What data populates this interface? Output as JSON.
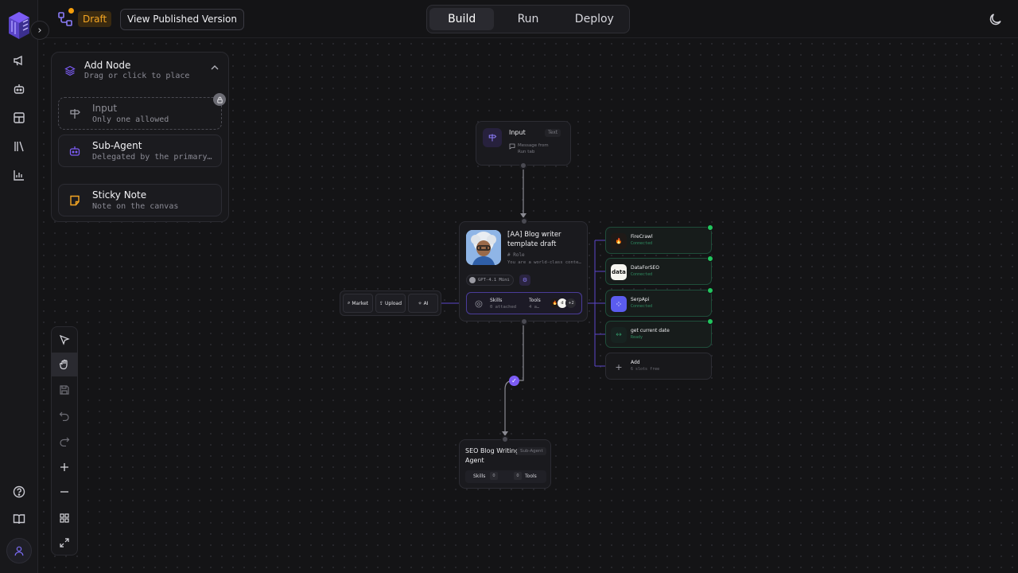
{
  "topbar": {
    "draft_label": "Draft",
    "view_published_label": "View Published Version",
    "modes": [
      {
        "label": "Build",
        "active": true
      },
      {
        "label": "Run",
        "active": false
      },
      {
        "label": "Deploy",
        "active": false
      }
    ]
  },
  "add_panel": {
    "title": "Add Node",
    "subtitle": "Drag or click to place",
    "options": [
      {
        "title": "Input",
        "subtitle": "Only one allowed",
        "disabled": true,
        "icon": "signpost-icon"
      },
      {
        "title": "Sub-Agent",
        "subtitle": "Delegated by the primary agent",
        "disabled": false,
        "icon": "bot-icon"
      },
      {
        "title": "Sticky Note",
        "subtitle": "Note on the canvas",
        "disabled": false,
        "icon": "sticky-note-icon"
      }
    ]
  },
  "nodes": {
    "input": {
      "title": "Input",
      "tag": "Text",
      "message": "Message from Run tab"
    },
    "main_agent": {
      "title": "[AA] Blog writer template draft",
      "role": "# Role",
      "description": "You are a world-class content writer",
      "model": "GPT-4.1 Mini",
      "skills_label": "Skills",
      "skills_count": "0 attached",
      "tools_label": "Tools",
      "tools_count": "4 a…",
      "tools_more": "+2"
    },
    "side_buttons": [
      {
        "label": "Market",
        "icon": "search-icon"
      },
      {
        "label": "Upload",
        "icon": "upload-icon"
      },
      {
        "label": "AI",
        "icon": "sparkles-icon"
      }
    ],
    "tools": [
      {
        "name": "FireCrawl",
        "status": "Connected",
        "icon_bg": "#1f1a17",
        "icon_fg": "#ff6a00",
        "glyph": "🔥"
      },
      {
        "name": "DataForSEO",
        "status": "Connected",
        "icon_bg": "#f5f5f0",
        "icon_fg": "#111111",
        "glyph": "data"
      },
      {
        "name": "SerpApi",
        "status": "Connected",
        "icon_bg": "#5b5cf0",
        "icon_fg": "#ffffff",
        "glyph": "⁘"
      },
      {
        "name": "get current date",
        "status": "Ready",
        "icon_bg": "#172320",
        "icon_fg": "#2f8f63",
        "glyph": "↔"
      }
    ],
    "tool_add": {
      "name": "Add",
      "status": "6 slots free"
    },
    "sub_agent": {
      "title": "SEO Blog Writing Agent",
      "tag": "Sub-Agent",
      "skills_label": "Skills",
      "skills_count": "0",
      "tools_count": "0",
      "tools_label": "Tools"
    }
  },
  "colors": {
    "accent": "#7c5cf5",
    "connected": "#22c55e",
    "draft": "#f5a623",
    "background": "#141416"
  }
}
